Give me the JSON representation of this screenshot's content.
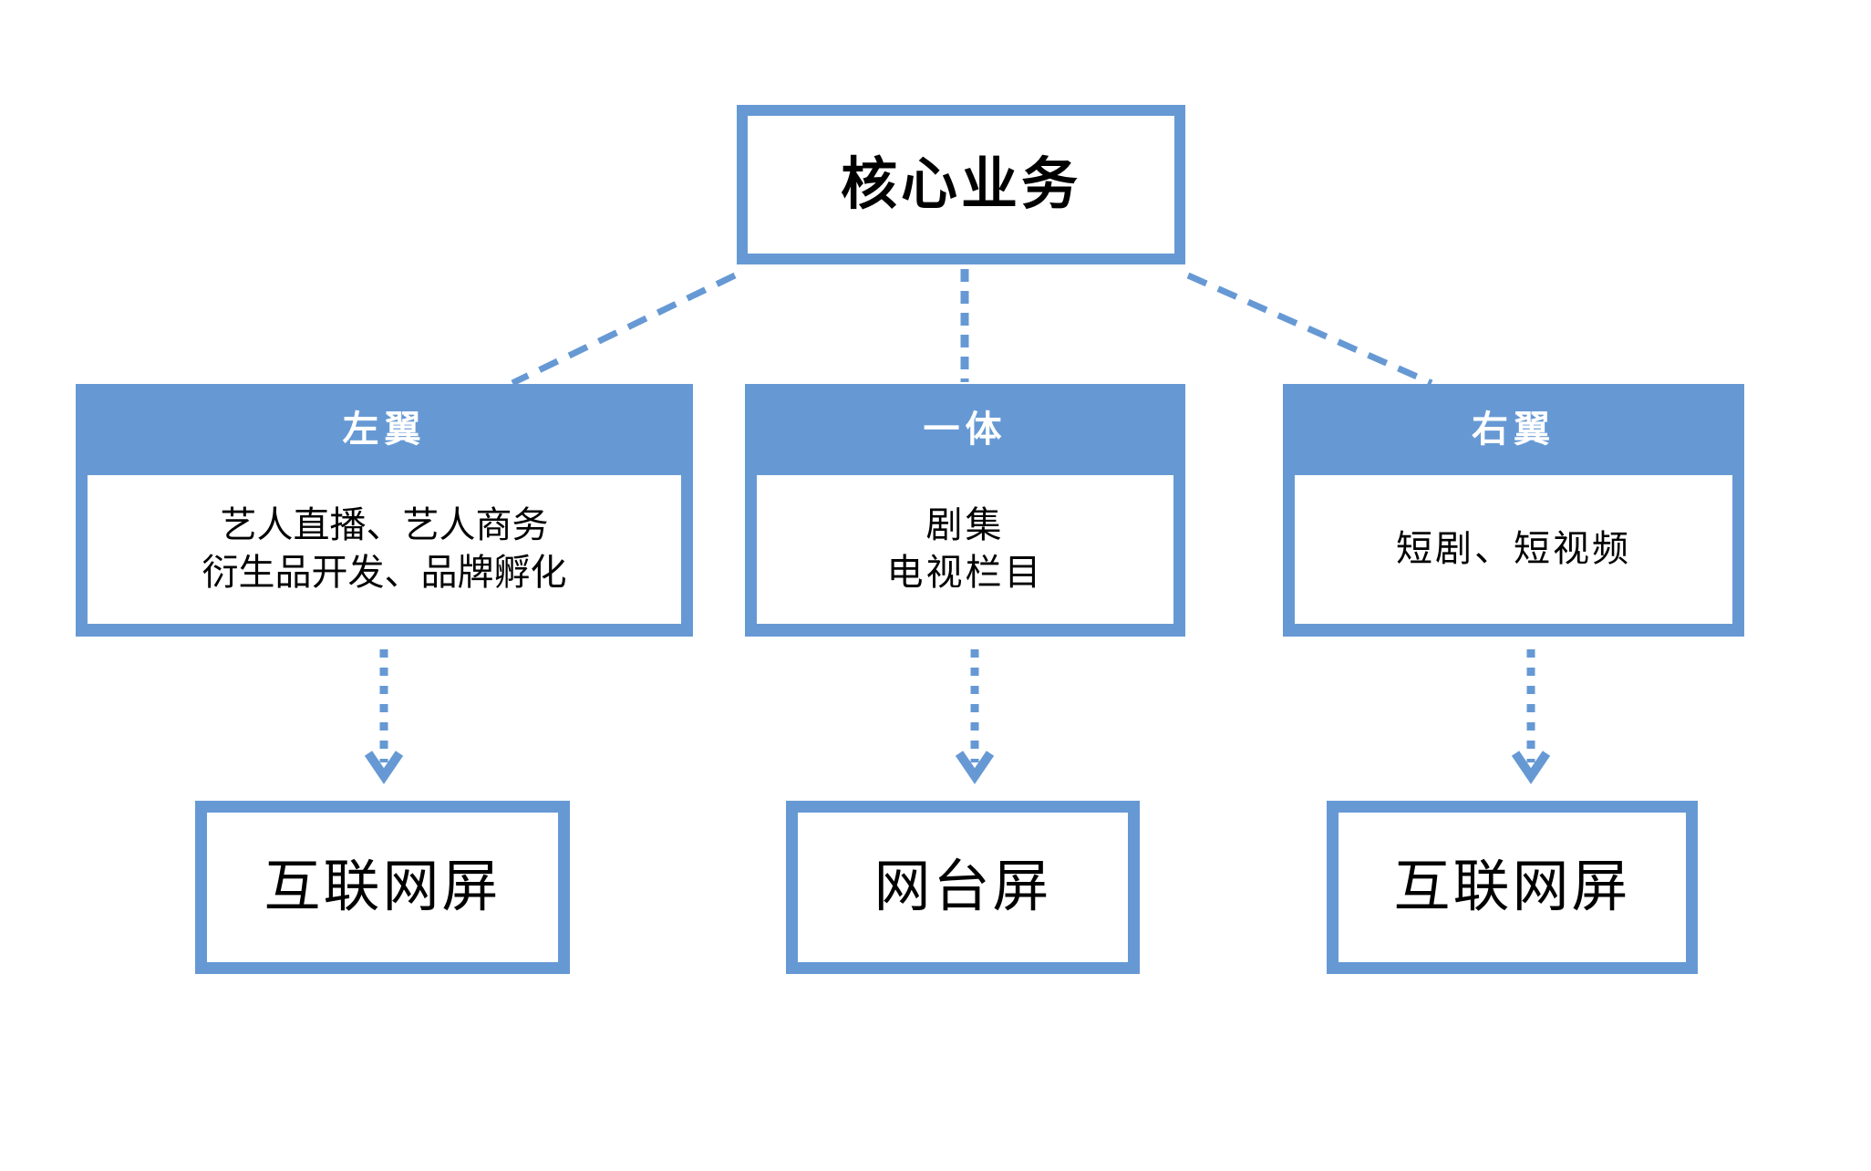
{
  "diagram": {
    "title": "核心业务",
    "colors": {
      "accent_blue": "#6699d4",
      "box_fill": "#ffffff",
      "text_dark": "#000000",
      "text_light": "#ffffff"
    },
    "root": {
      "label": "核心业务"
    },
    "panels": [
      {
        "id": "left-wing",
        "header": "左翼",
        "lines": [
          "艺人直播、艺人商务",
          "衍生品开发、品牌孵化"
        ]
      },
      {
        "id": "integrated",
        "header": "一体",
        "lines": [
          "剧集",
          "电视栏目"
        ]
      },
      {
        "id": "right-wing",
        "header": "右翼",
        "lines": [
          "短剧、短视频"
        ]
      }
    ],
    "leaves": [
      {
        "id": "leaf-left",
        "label": "互联网屏"
      },
      {
        "id": "leaf-center",
        "label": "网台屏"
      },
      {
        "id": "leaf-right",
        "label": "互联网屏"
      }
    ],
    "connectors": {
      "root_to_panels_style": "dashed",
      "panels_to_leaves_style": "dotted-arrow"
    }
  }
}
